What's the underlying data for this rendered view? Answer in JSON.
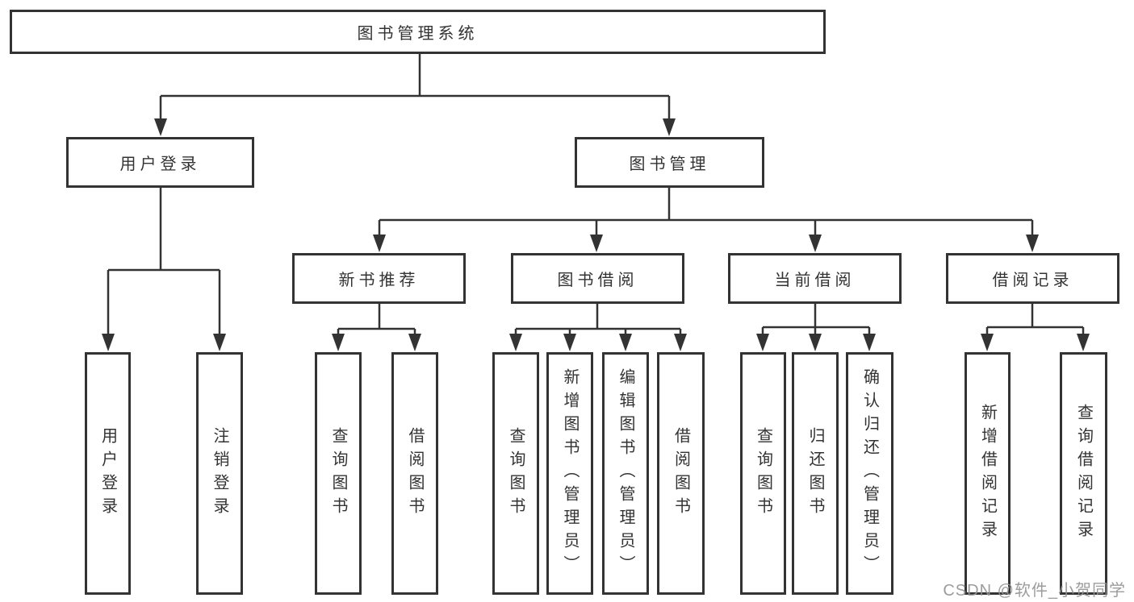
{
  "diagram": {
    "title": "图书管理系统",
    "level2": [
      {
        "id": "user-login",
        "label": "用户登录"
      },
      {
        "id": "book-management",
        "label": "图书管理"
      }
    ],
    "level3": [
      {
        "id": "new-book-recommend",
        "label": "新书推荐"
      },
      {
        "id": "book-borrow",
        "label": "图书借阅"
      },
      {
        "id": "current-borrow",
        "label": "当前借阅"
      },
      {
        "id": "borrow-records",
        "label": "借阅记录"
      }
    ],
    "leaves": [
      {
        "parent": "user-login",
        "label": "用户登录"
      },
      {
        "parent": "user-login",
        "label": "注销登录"
      },
      {
        "parent": "new-book-recommend",
        "label": "查询图书"
      },
      {
        "parent": "new-book-recommend",
        "label": "借阅图书"
      },
      {
        "parent": "book-borrow",
        "label": "查询图书"
      },
      {
        "parent": "book-borrow",
        "label": "新增图书（管理员）"
      },
      {
        "parent": "book-borrow",
        "label": "编辑图书（管理员）"
      },
      {
        "parent": "book-borrow",
        "label": "借阅图书"
      },
      {
        "parent": "current-borrow",
        "label": "查询图书"
      },
      {
        "parent": "current-borrow",
        "label": "归还图书"
      },
      {
        "parent": "current-borrow",
        "label": "确认归还（管理员）"
      },
      {
        "parent": "borrow-records",
        "label": "新增借阅记录"
      },
      {
        "parent": "borrow-records",
        "label": "查询借阅记录"
      }
    ]
  },
  "watermark": "CSDN @软件_小贺同学",
  "colors": {
    "line": "#333333",
    "text": "#333333",
    "box_background": "#ffffff",
    "watermark": "#949494"
  }
}
